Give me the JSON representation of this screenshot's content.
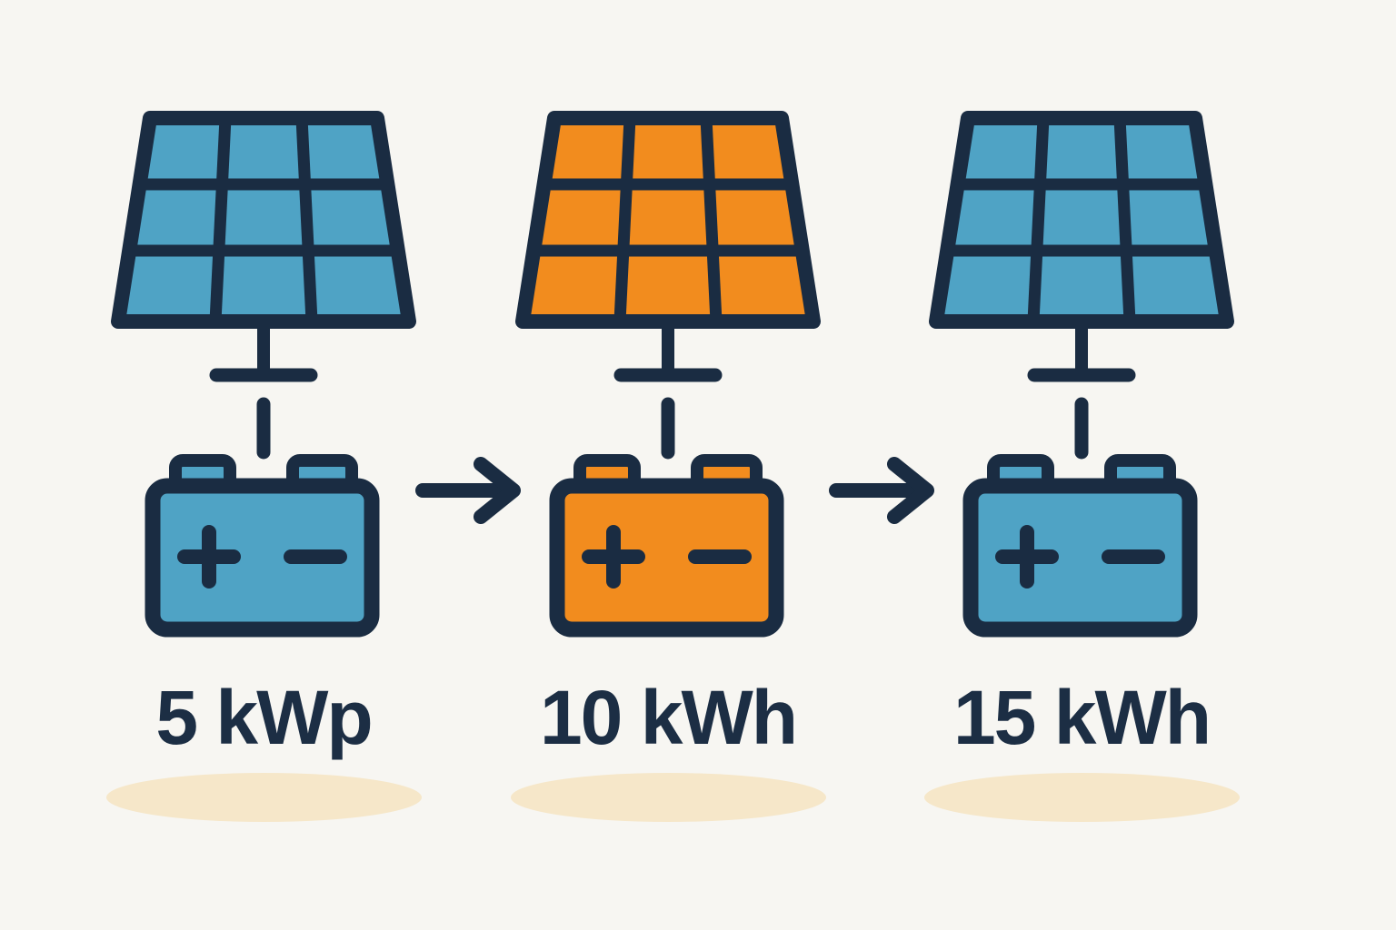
{
  "canvas": {
    "background_color": "#f7f6f2",
    "outline_color": "#1a2c42",
    "text_color": "#1c2e44",
    "shadow_color": "#f6e7c9"
  },
  "groups": [
    {
      "label": "5 kWp",
      "color": "#4fa3c5",
      "icons": [
        "solar-panel-icon",
        "battery-icon"
      ]
    },
    {
      "label": "10 kWh",
      "color": "#f28c1e",
      "icons": [
        "solar-panel-icon",
        "battery-icon"
      ]
    },
    {
      "label": "15 kWh",
      "color": "#4fa3c5",
      "icons": [
        "solar-panel-icon",
        "battery-icon"
      ]
    }
  ],
  "arrows": [
    {
      "icon": "arrow-right-icon"
    },
    {
      "icon": "arrow-right-icon"
    }
  ]
}
